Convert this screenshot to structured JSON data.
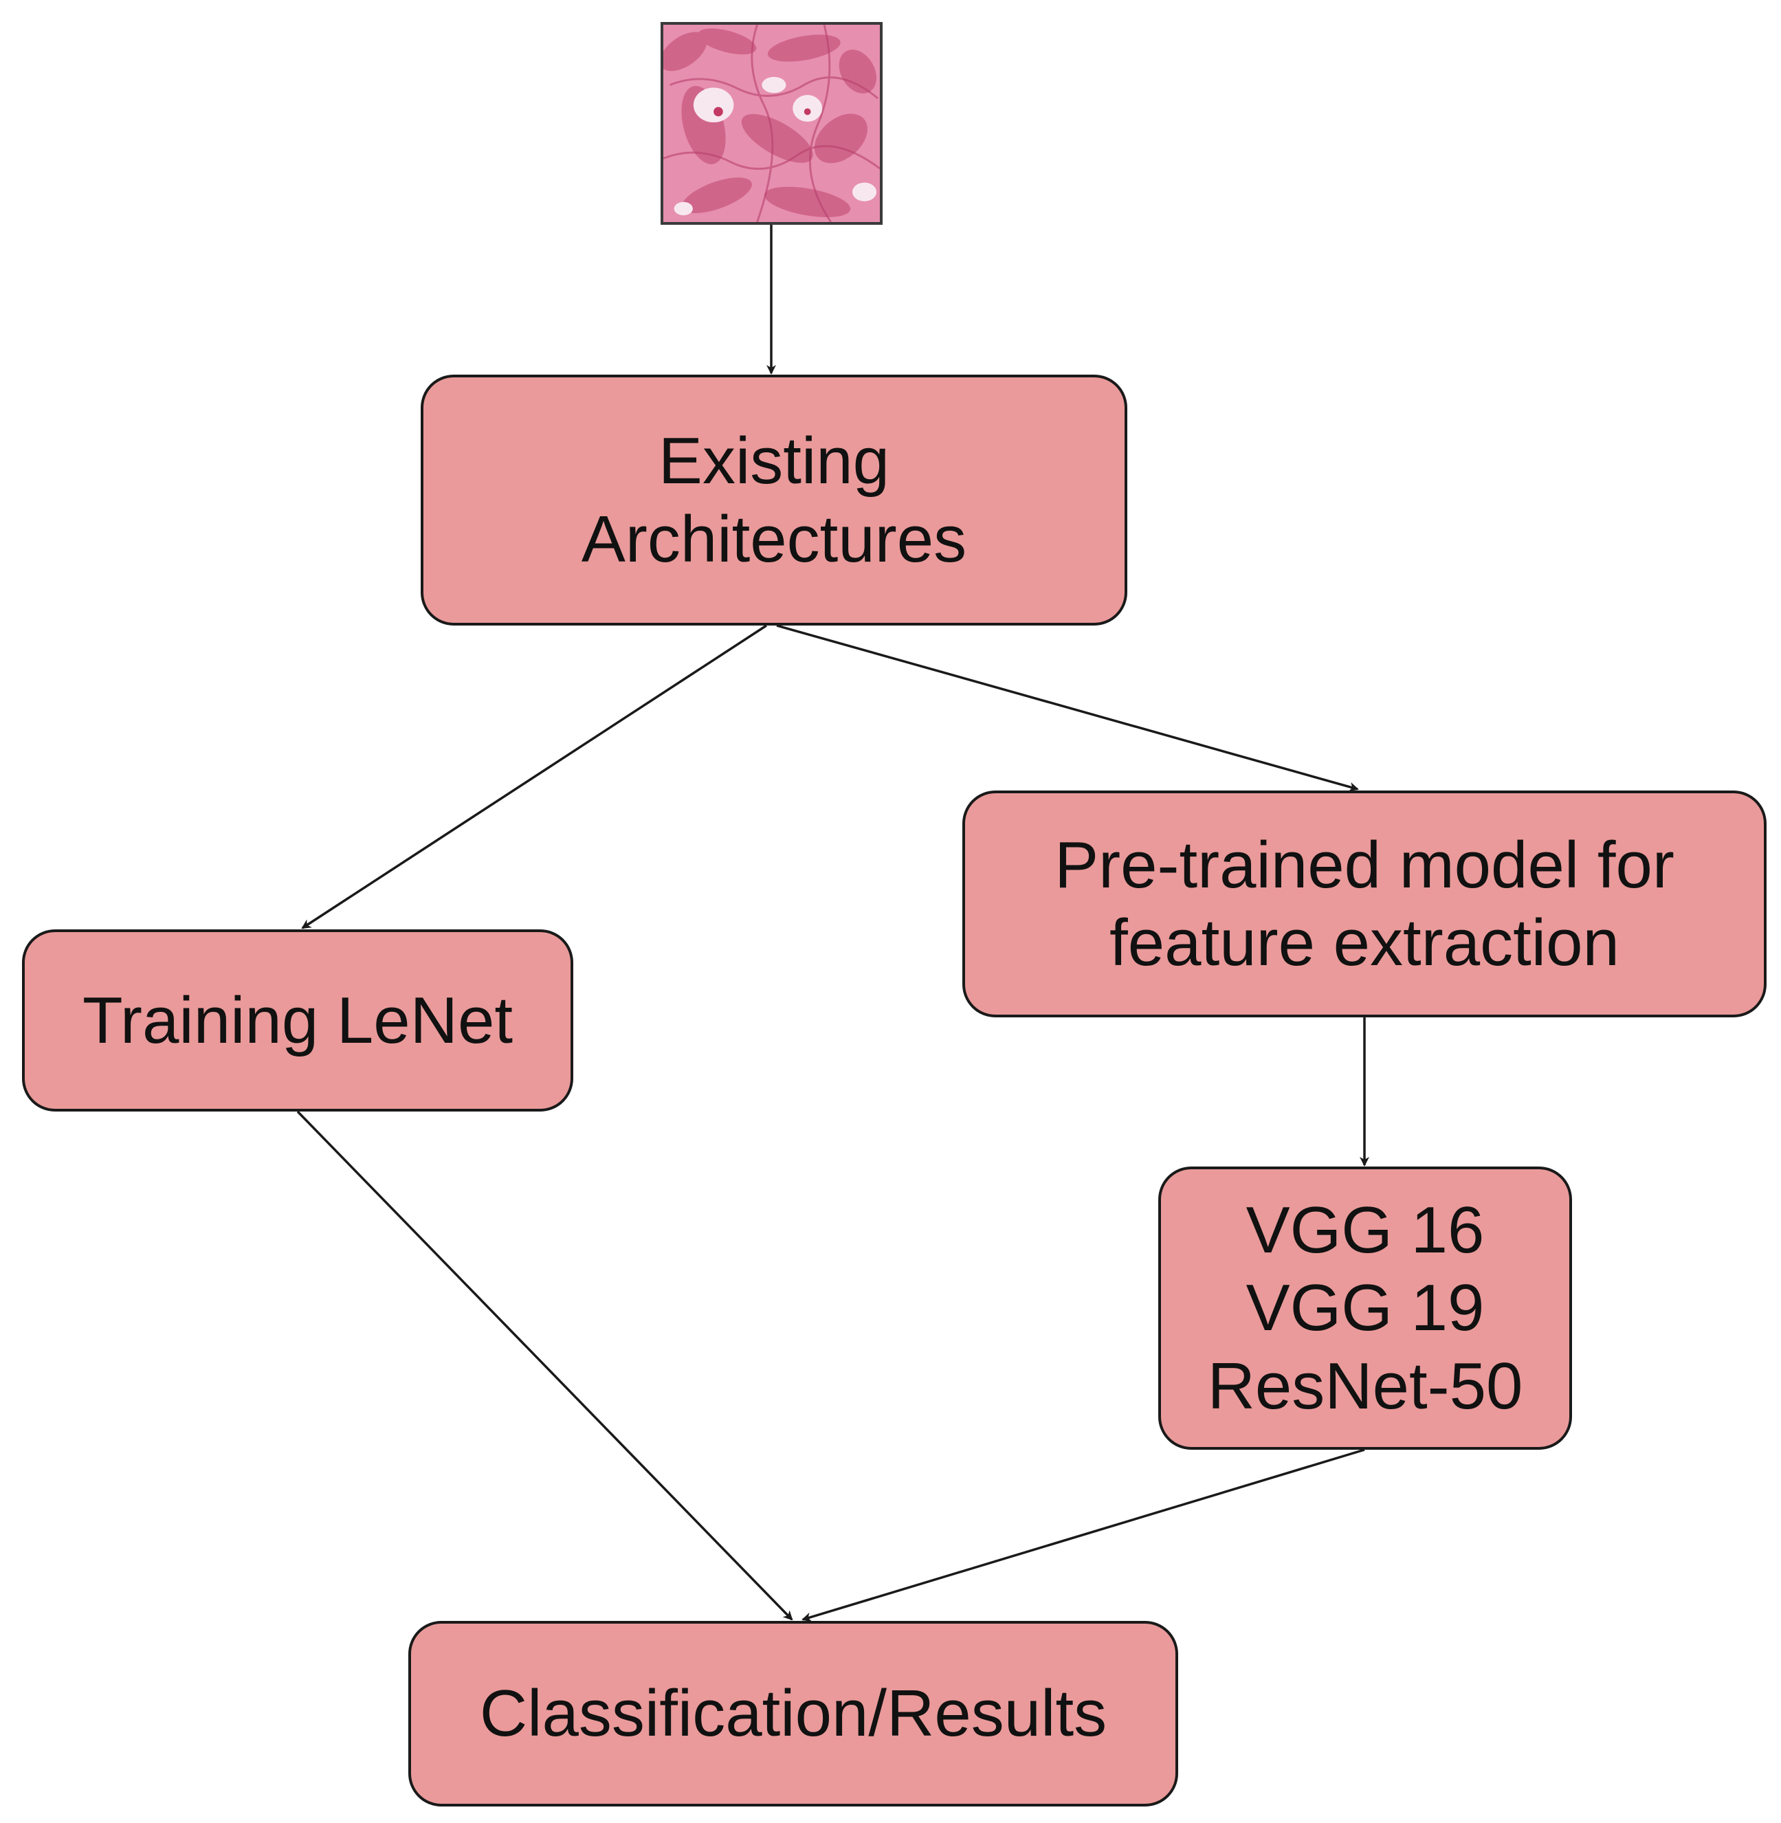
{
  "diagram": {
    "input_image": {
      "icon": "histology-tissue-image"
    },
    "nodes": {
      "existing": "Existing\nArchitectures",
      "lenet": "Training LeNet",
      "pretrained": "Pre-trained model for\nfeature extraction",
      "models": "VGG 16\nVGG 19\nResNet-50",
      "results": "Classification/Results"
    },
    "edges": [
      {
        "from": "input_image",
        "to": "existing"
      },
      {
        "from": "existing",
        "to": "lenet"
      },
      {
        "from": "existing",
        "to": "pretrained"
      },
      {
        "from": "pretrained",
        "to": "models"
      },
      {
        "from": "lenet",
        "to": "results"
      },
      {
        "from": "models",
        "to": "results"
      }
    ],
    "colors": {
      "node_fill": "#ea9a9a",
      "node_border": "#1a1a1a",
      "edge": "#1a1a1a",
      "tissue": "#e48aa6"
    }
  }
}
